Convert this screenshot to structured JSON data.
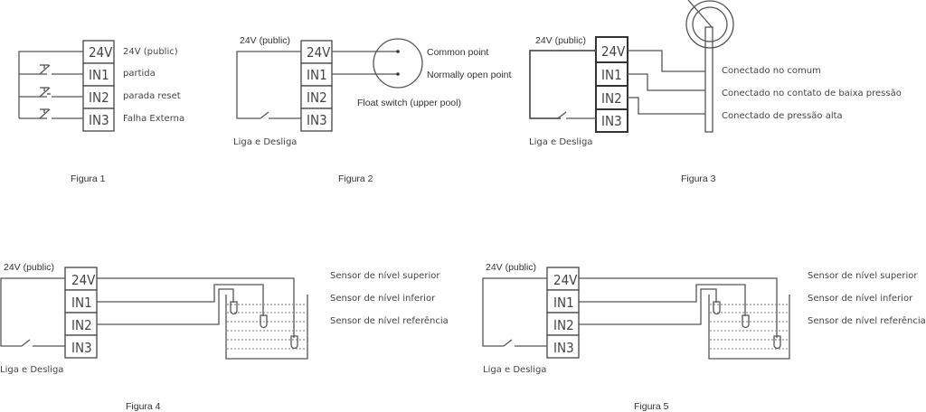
{
  "terminals": [
    "24V",
    "IN1",
    "IN2",
    "IN3"
  ],
  "figures": [
    {
      "caption": "Figura 1",
      "labels": [
        "24V (public)",
        "partida",
        "parada reset",
        "Falha Externa"
      ]
    },
    {
      "caption": "Figura 2",
      "supply_label": "24V (public)",
      "switch_label": "Liga e Desliga",
      "float_labels": [
        "Common point",
        "Normally open point"
      ],
      "float_title": "Float switch (upper pool)"
    },
    {
      "caption": "Figura 3",
      "supply_label": "24V (public)",
      "switch_label": "Liga e Desliga",
      "gauge_labels": [
        "Conectado no comum",
        "Conectado no contato de baixa pressão",
        "Conectado de pressão alta"
      ]
    },
    {
      "caption": "Figura 4",
      "supply_label": "24V (public)",
      "switch_label": "Liga e Desliga",
      "sensor_labels": [
        "Sensor de nível superior",
        "Sensor de nível inferior",
        "Sensor de nível referência"
      ]
    },
    {
      "caption": "Figura 5",
      "supply_label": "24V (public)",
      "switch_label": "Liga e Desliga",
      "sensor_labels": [
        "Sensor de nível superior",
        "Sensor de nível inferior",
        "Sensor de nível referência"
      ]
    }
  ]
}
